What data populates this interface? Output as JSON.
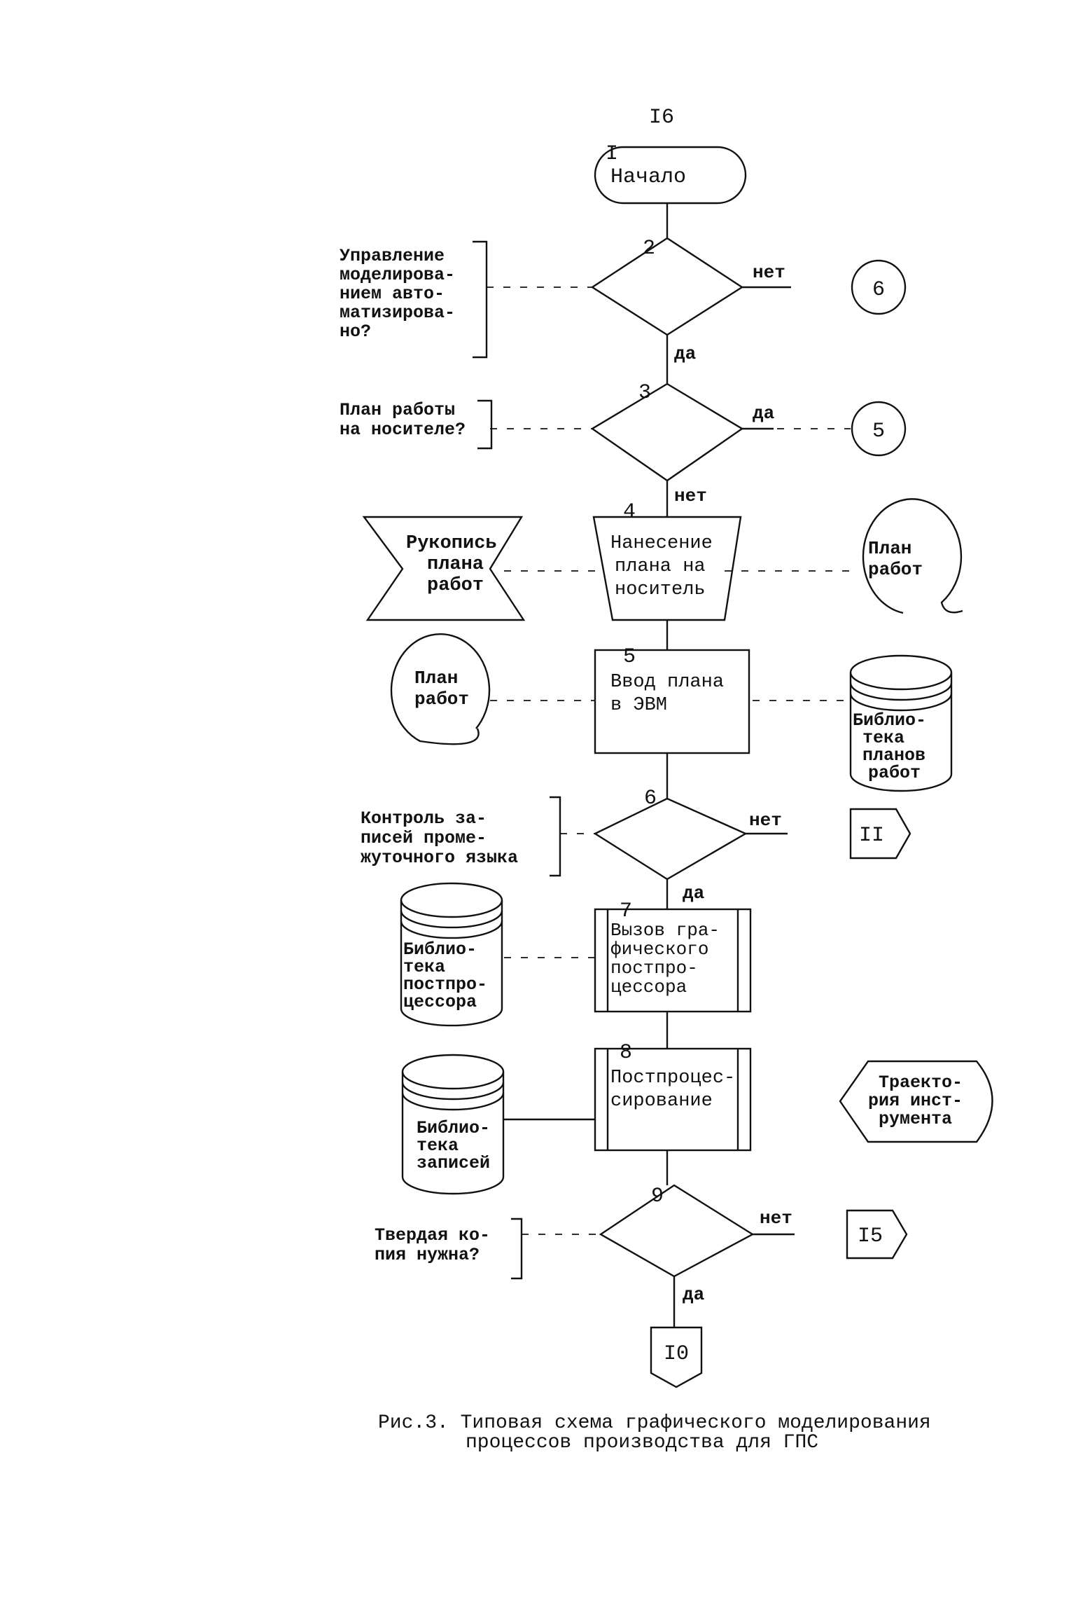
{
  "page_number": "I6",
  "caption": {
    "line1": "Рис.3. Типовая схема графического моделирования",
    "line2": "процессов производства для ГПС"
  },
  "edges": {
    "yes": "да",
    "no": "нет"
  },
  "blocks": {
    "b1": {
      "num": "I",
      "text": [
        "Начало"
      ]
    },
    "b2": {
      "num": "2"
    },
    "b3": {
      "num": "3"
    },
    "b4": {
      "num": "4",
      "text": [
        "Нанесение",
        "плана на",
        "носитель"
      ]
    },
    "b5": {
      "num": "5",
      "text": [
        "Ввод плана",
        "в ЭВМ"
      ]
    },
    "b6": {
      "num": "6"
    },
    "b7": {
      "num": "7",
      "text": [
        "Вызов гра-",
        "фического",
        "постпро-",
        "цессора"
      ]
    },
    "b8": {
      "num": "8",
      "text": [
        "Постпроцес-",
        "сирование"
      ]
    },
    "b9": {
      "num": "9"
    }
  },
  "comments": {
    "c2": [
      "Управление",
      "моделирова-",
      "нием авто-",
      "матизирова-",
      "но?"
    ],
    "c3": [
      "План работы",
      "на носителе?"
    ],
    "c6": [
      "Контроль за-",
      "писей проме-",
      "жуточного языка"
    ],
    "c9": [
      "Твердая ко-",
      "пия нужна?"
    ]
  },
  "side": {
    "manuscript": [
      "Рукопись",
      "плана",
      "работ"
    ],
    "doc_right": [
      "План",
      "работ"
    ],
    "doc_left": [
      "План",
      "работ"
    ],
    "db_plans": [
      "Библио-",
      "тека",
      "планов",
      "работ"
    ],
    "db_post": [
      "Библио-",
      "тека",
      "постпро-",
      "цессора"
    ],
    "db_records": [
      "Библио-",
      "тека",
      "записей"
    ],
    "display": [
      "Траекто-",
      "рия инст-",
      "румента"
    ]
  },
  "connectors": {
    "c_b2_no": "6",
    "c_b3_yes": "5",
    "p_b6_no": "II",
    "p_b9_no": "I5",
    "p_b9_yes": "I0"
  }
}
